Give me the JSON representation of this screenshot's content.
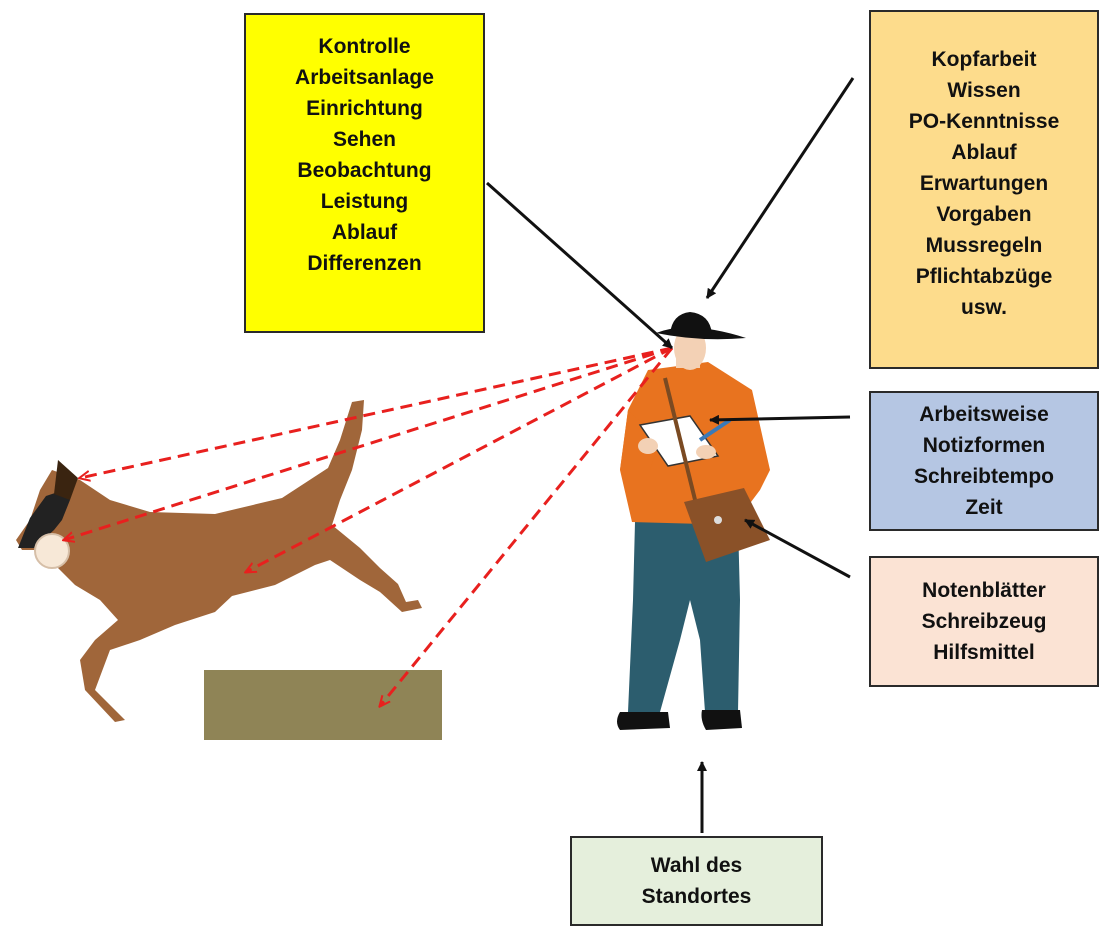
{
  "boxes": {
    "kontrolle": [
      "Kontrolle",
      "Arbeitsanlage",
      "Einrichtung",
      "Sehen",
      "Beobachtung",
      "Leistung",
      "Ablauf",
      "Differenzen"
    ],
    "kopf": [
      "Kopfarbeit",
      "Wissen",
      "PO-Kenntnisse",
      "Ablauf",
      "Erwartungen",
      "Vorgaben",
      "Mussregeln",
      "Pflichtabzüge",
      "usw."
    ],
    "arbeit": [
      "Arbeitsweise",
      "Notizformen",
      "Schreibtempo",
      "Zeit"
    ],
    "noten": [
      "Notenblätter",
      "Schreibzeug",
      "Hilfsmittel"
    ],
    "wahl": [
      "Wahl des",
      "Standortes"
    ]
  },
  "colors": {
    "kontrolle": "#ffff00",
    "kopf": "#fddc8c",
    "arbeit": "#b5c6e3",
    "noten": "#fbe3d4",
    "wahl": "#e5efdc",
    "sight_line": "#e8201e",
    "dog": "#a0663a",
    "hurdle": "#8f8456",
    "jacket": "#e8731f",
    "trousers": "#2c5d6e"
  }
}
